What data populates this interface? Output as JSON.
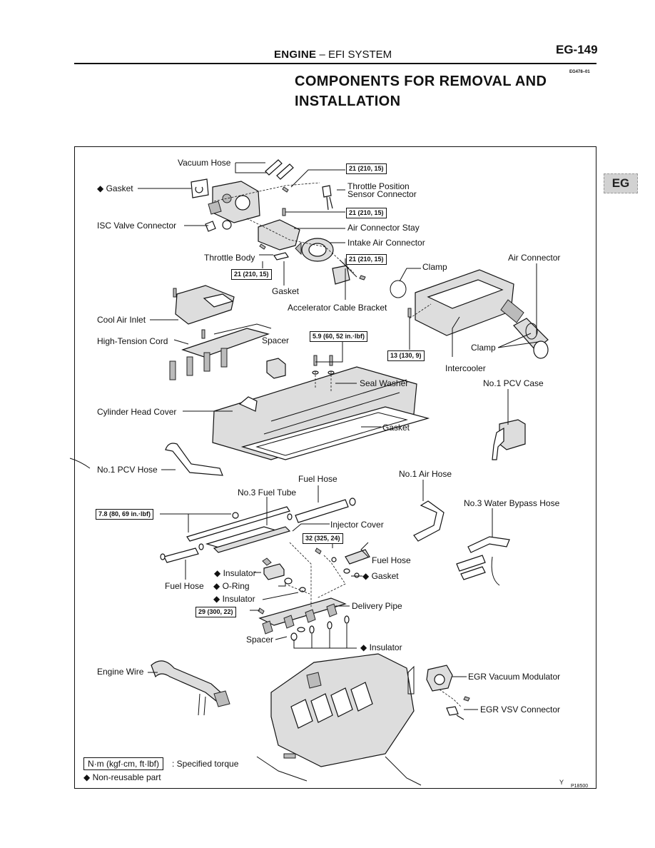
{
  "header": {
    "section_bold": "ENGINE",
    "section_rest": " – EFI SYSTEM",
    "page_number": "EG-149",
    "doc_code": "EG478–01"
  },
  "title": {
    "line1": "COMPONENTS FOR REMOVAL AND",
    "line2": "INSTALLATION"
  },
  "side_tab": "EG",
  "labels": {
    "vacuum_hose": "Vacuum Hose",
    "gasket_top": "◆ Gasket",
    "isc_valve_connector": "ISC Valve Connector",
    "throttle_body": "Throttle Body",
    "gasket_mid": "Gasket",
    "throttle_position_1": "Throttle Position",
    "throttle_position_2": "Sensor Connector",
    "air_connector_stay": "Air Connector Stay",
    "intake_air_connector": "Intake Air Connector",
    "clamp_1": "Clamp",
    "air_connector": "Air Connector",
    "accelerator_cable_bracket": "Accelerator Cable Bracket",
    "cool_air_inlet": "Cool Air Inlet",
    "high_tension_cord": "High-Tension Cord",
    "spacer_1": "Spacer",
    "clamp_2": "Clamp",
    "intercooler": "Intercooler",
    "seal_washer": "Seal Washer",
    "no1_pcv_case": "No.1 PCV Case",
    "cylinder_head_cover": "Cylinder Head Cover",
    "gasket_cover": "Gasket",
    "no1_pcv_hose": "No.1 PCV Hose",
    "fuel_hose_top": "Fuel Hose",
    "no3_fuel_tube": "No.3 Fuel Tube",
    "no1_air_hose": "No.1 Air Hose",
    "no3_water_bypass_hose": "No.3 Water Bypass Hose",
    "injector_cover": "Injector Cover",
    "fuel_hose_right": "Fuel Hose",
    "insulator_1": "◆ Insulator",
    "gasket_fuel": "◆ Gasket",
    "fuel_hose_left": "Fuel Hose",
    "o_ring": "◆ O-Ring",
    "insulator_2": "◆ Insulator",
    "delivery_pipe": "Delivery Pipe",
    "spacer_2": "Spacer",
    "insulator_3": "◆ Insulator",
    "engine_wire": "Engine Wire",
    "egr_vacuum_modulator": "EGR Vacuum Modulator",
    "egr_vsv_connector": "EGR VSV Connector"
  },
  "torques": {
    "t1": "21 (210, 15)",
    "t2": "21 (210, 15)",
    "t3": "21 (210, 15)",
    "t4": "21 (210, 15)",
    "t5": "5.9 (60, 52 in.·lbf)",
    "t6": "13 (130, 9)",
    "t7": "7.8 (80, 69 in.·lbf)",
    "t8": "32 (325, 24)",
    "t9": "29 (300, 22)"
  },
  "legend": {
    "torque_unit": "N·m (kgf·cm, ft·lbf)",
    "torque_desc": ": Specified torque",
    "non_reusable": "◆ Non-reusable part"
  },
  "figure": {
    "mark": "Y",
    "code": "P18500"
  }
}
